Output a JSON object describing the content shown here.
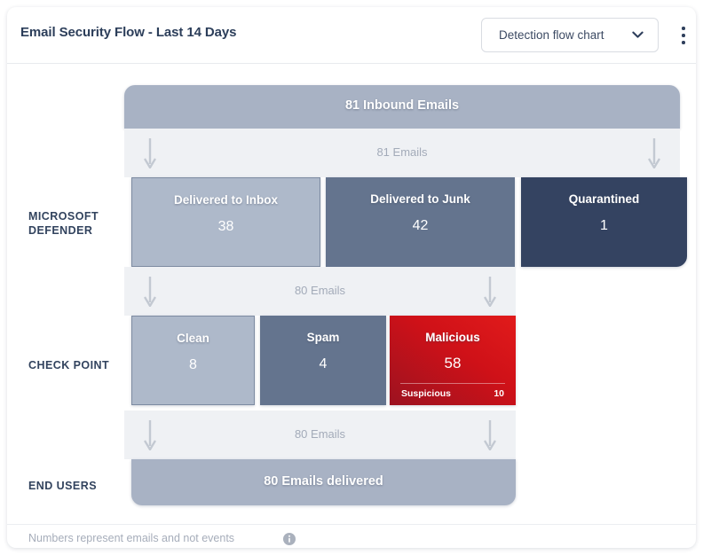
{
  "header": {
    "title": "Email Security Flow - Last 14 Days",
    "select_label": "Detection flow chart",
    "chevron_icon": "chevron-down-icon",
    "menu_icon": "kebab-menu-icon"
  },
  "flow": {
    "top_bar": {
      "label": "81 Inbound Emails"
    },
    "bands": [
      {
        "label": "81 Emails",
        "arrow_icon": "arrow-down-icon"
      },
      {
        "label": "80 Emails",
        "arrow_icon": "arrow-down-icon"
      },
      {
        "label": "80 Emails",
        "arrow_icon": "arrow-down-icon"
      }
    ],
    "rows": [
      {
        "label": "MICROSOFT\nDEFENDER",
        "boxes": [
          {
            "title": "Delivered to Inbox",
            "value": "38",
            "color": "#aeb9ca"
          },
          {
            "title": "Delivered to Junk",
            "value": "42",
            "color": "#64748e"
          },
          {
            "title": "Quarantined",
            "value": "1",
            "color": "#344361"
          }
        ]
      },
      {
        "label": "CHECK POINT",
        "boxes": [
          {
            "title": "Clean",
            "value": "8",
            "color": "#aeb9ca"
          },
          {
            "title": "Spam",
            "value": "4",
            "color": "#64748e"
          },
          {
            "title": "Malicious",
            "value": "58",
            "color": "#cf1118",
            "sub_label": "Suspicious",
            "sub_value": "10"
          }
        ]
      },
      {
        "label": "END USERS",
        "boxes": [
          {
            "title": "80 Emails delivered",
            "color": "#a8b2c4"
          }
        ]
      }
    ]
  },
  "footer": {
    "note": "Numbers represent emails and not events",
    "info_icon": "info-icon"
  }
}
